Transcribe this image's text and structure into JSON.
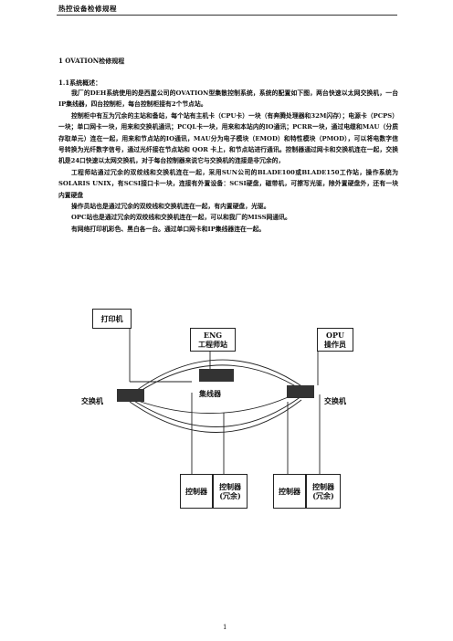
{
  "header": {
    "title": "热控设备检修规程"
  },
  "section_title": "1  OVATION检修规程",
  "subsection_title": "1.1系统概述：",
  "paragraphs": [
    "我厂的DEH系统使用的是西屋公司的OVATION型集散控制系统，系统的配置如下图，两台快速以太网交换机，一台IP集线器，四台控制柜，每台控制柜接有2个节点站。",
    "控制柜中有互为冗余的主站和备站，每个站有主机卡（CPU卡）一块（有奔腾处理器和32M闪存）；电源卡（PCPS）一块；单口网卡一块，用来和交换机通讯；PCQL卡一块，用来和本站内的IO通讯；PCRR一块，通过电缆和MAU（分质存取单元）连在一起，用来和节点站的IO通讯，MAU分为电子模块（EMOD）和特性模块（PMOD），可以将电数字信号转换为光纤数字信号，通过光纤接在节点站和 QOR 卡上，和节点站进行通讯。控制器通过网卡和交换机连在一起，交换机是24口快速以太网交换机，对于每台控制器来说它与交换机的连接是非冗余的，",
    "工程师站通过冗余的双绞线和交换机连在一起，采用SUN公司的BLADE100或BLADE150工作站，操作系统为SOLARIS  UNIX，有SCSI接口卡一块，连接有外置设备：SCSI硬盘，磁带机，可擦写光驱，除外置硬盘外，还有一块内置硬盘",
    "操作员站也是通过冗余的双绞线和交换机连在一起，有内置硬盘，光驱。",
    "OPC站也是通过冗余的双绞线和交换机连在一起，可以和我厂的MISS网通讯。",
    "有网络打印机彩色、黑白各一台。通过单口网卡和IP集线器连在一起。"
  ],
  "diagram": {
    "printer": "打印机",
    "eng_line1": "ENG",
    "eng_line2": "工程师站",
    "opu_line1": "OPU",
    "opu_line2": "操作员",
    "hub": "集线器",
    "switch_left": "交换机",
    "switch_right": "交换机",
    "controller_a": "控制器",
    "controller_a_red_line1": "控制器",
    "controller_a_red_line2": "(冗余)",
    "controller_b": "控制器",
    "controller_b_red_line1": "控制器",
    "controller_b_red_line2": "(冗余)"
  },
  "page_number": "1"
}
